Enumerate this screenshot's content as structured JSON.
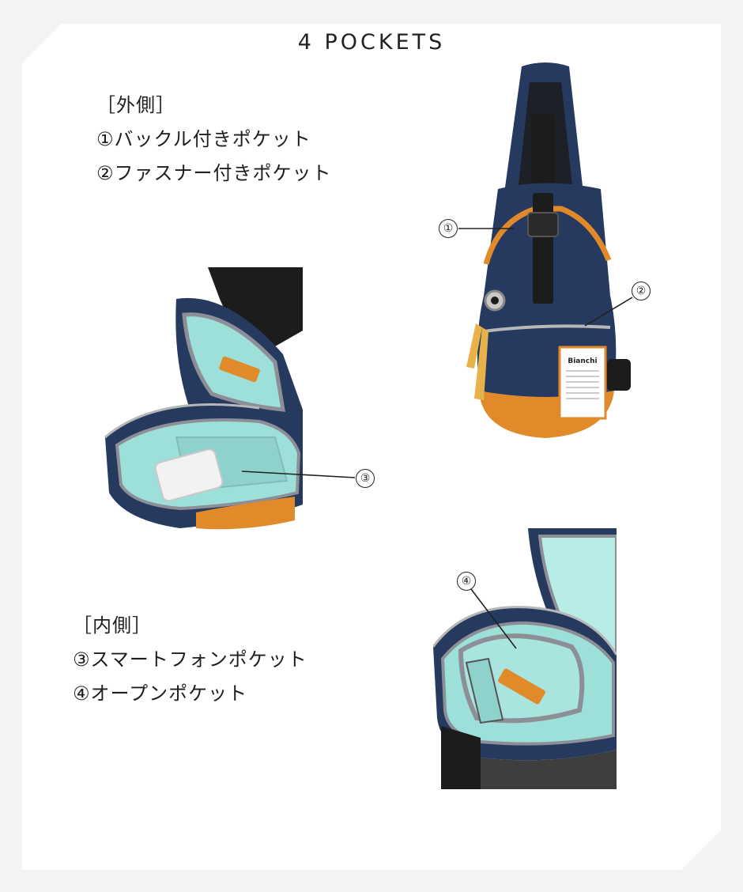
{
  "page": {
    "title": "4 POCKETS"
  },
  "outer_section": {
    "heading": "［外側］",
    "items": [
      "①バックル付きポケット",
      "②ファスナー付きポケット"
    ]
  },
  "inner_section": {
    "heading": "［内側］",
    "items": [
      "③スマートフォンポケット",
      "④オープンポケット"
    ]
  },
  "callouts": [
    "①",
    "②",
    "③",
    "④"
  ],
  "bag": {
    "tag_brand": "Bianchi"
  },
  "colors": {
    "navy": "#26395f",
    "orange": "#e08a2a",
    "mint": "#9ddfd9",
    "black": "#1c1c1c",
    "gray_piping": "#8c8f96"
  }
}
